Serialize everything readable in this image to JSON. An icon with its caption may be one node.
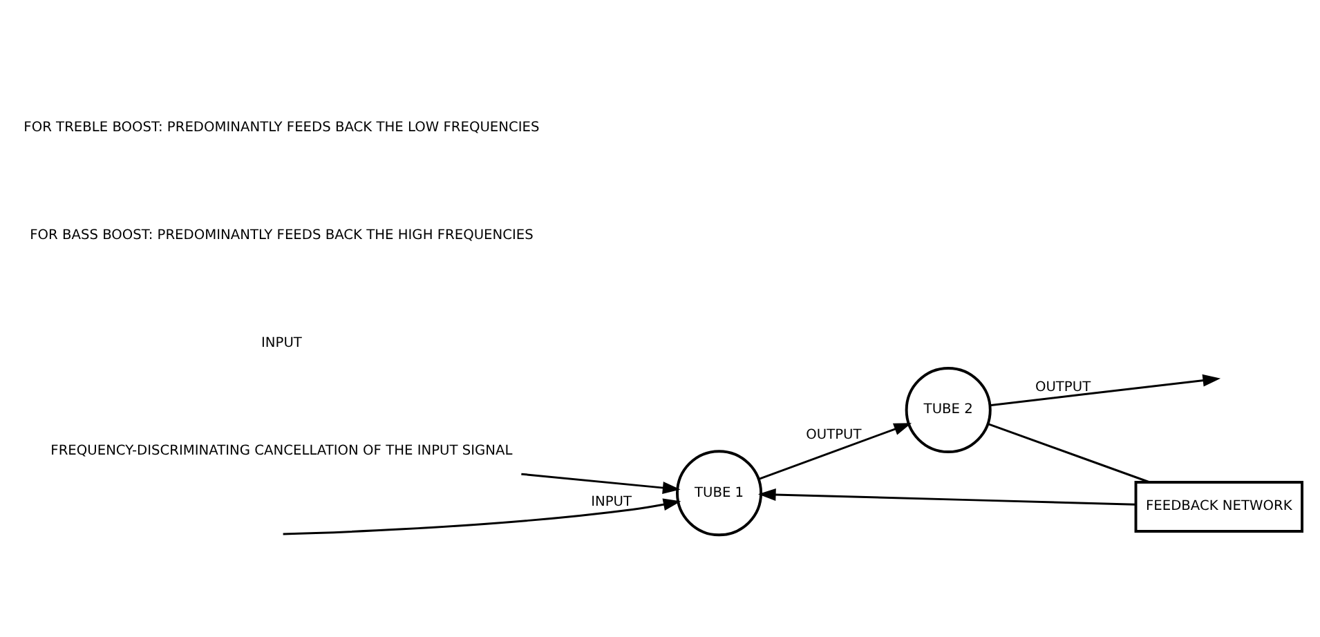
{
  "diagram": {
    "nodes": [
      {
        "text": [
          "TUBE 1"
        ]
      },
      {
        "text": [
          "TUBE 2"
        ]
      },
      {
        "text": [
          "FEEDBACK NETWORK"
        ]
      },
      {
        "text": [
          "FREQUENCY-DISCRIMINATING CANCELLATION OF THE INPUT SIGNAL"
        ]
      }
    ],
    "edges": [
      {
        "from": null,
        "to": 0,
        "arrow": "to",
        "label": "INPUT"
      },
      {
        "from": 0,
        "to": 1,
        "arrow": "to",
        "label": "OUTPUT"
      },
      {
        "from": 1,
        "to": null,
        "arrow": "to",
        "label": "OUTPUT"
      },
      {
        "from": 1,
        "to": 2,
        "arrow": "none"
      },
      {
        "from": 2,
        "to": 0,
        "arrow": "to"
      },
      {
        "from": 3,
        "to": 0,
        "arrow": "to"
      }
    ],
    "labels": [
      "INPUT",
      "FOR BASS BOOST: PREDOMINANTLY FEEDS BACK THE HIGH FREQUENCIES",
      "FOR TREBLE BOOST: PREDOMINANTLY FEEDS BACK THE LOW FREQUENCIES"
    ]
  }
}
